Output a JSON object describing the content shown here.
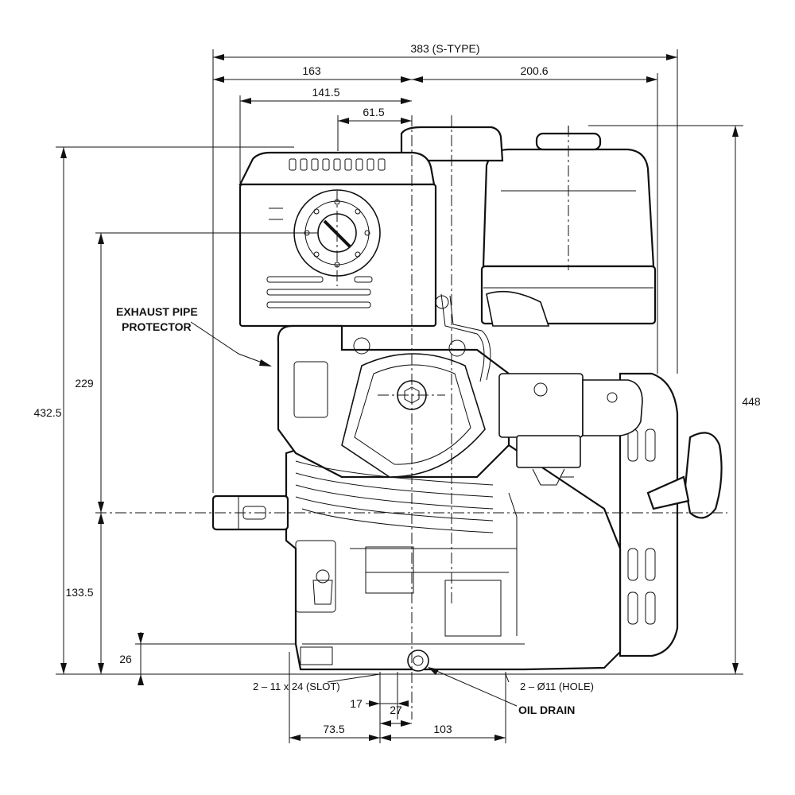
{
  "dimensions": {
    "overall_width": "383 (S-TYPE)",
    "left_to_center": "163",
    "center_to_right": "200.6",
    "protector_to_center": "141.5",
    "cap_offset": "61.5",
    "height_left": "432.5",
    "height_right": "448",
    "shaft_height": "229",
    "base_to_shaft": "133.5",
    "base_thickness": "26",
    "offset_17": "17",
    "offset_27": "27",
    "bolt_left": "73.5",
    "bolt_right": "103"
  },
  "callouts": {
    "exhaust_line1": "EXHAUST PIPE",
    "exhaust_line2": "PROTECTOR",
    "slot": "2 – 11 x 24 (SLOT)",
    "hole": "2 – Ø11 (HOLE)",
    "oil_drain": "OIL DRAIN"
  }
}
